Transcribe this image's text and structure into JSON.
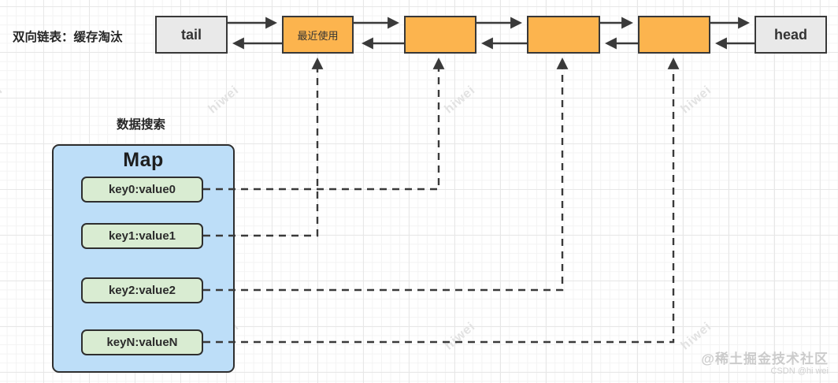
{
  "diagram": {
    "list_section_title": "双向链表：缓存淘汰",
    "map_section_title": "数据搜索",
    "linked_list": {
      "direction": "doubly-linked (bidirectional arrows between adjacent nodes)",
      "nodes": [
        {
          "id": "tail",
          "label": "tail",
          "style": "gray"
        },
        {
          "id": "node-recent",
          "label": "最近使用",
          "style": "orange"
        },
        {
          "id": "node-2",
          "label": "",
          "style": "orange"
        },
        {
          "id": "node-3",
          "label": "",
          "style": "orange"
        },
        {
          "id": "node-4",
          "label": "",
          "style": "orange"
        },
        {
          "id": "head",
          "label": "head",
          "style": "gray"
        }
      ]
    },
    "map": {
      "title": "Map",
      "entries": [
        "key0:value0",
        "key1:value1",
        "key2:value2",
        "keyN:valueN"
      ]
    },
    "connections": [
      {
        "from": "key0:value0",
        "to": "node-2",
        "style": "dashed-arrow-up"
      },
      {
        "from": "key1:value1",
        "to": "node-recent",
        "style": "dashed-arrow-up"
      },
      {
        "from": "key2:value2",
        "to": "node-3",
        "style": "dashed-arrow-up"
      },
      {
        "from": "keyN:valueN",
        "to": "node-4",
        "style": "dashed-arrow-up"
      }
    ],
    "colors": {
      "node_orange": "#fcb44e",
      "node_gray": "#e9e9e9",
      "map_blue": "#bddef8",
      "entry_green": "#d9ecd2",
      "stroke": "#3a3a3a",
      "grid": "#f3f3f3"
    }
  },
  "watermarks": {
    "tile_text": "hiwei",
    "community": "@稀土掘金技术社区",
    "csdn": "CSDN @hi wei"
  }
}
